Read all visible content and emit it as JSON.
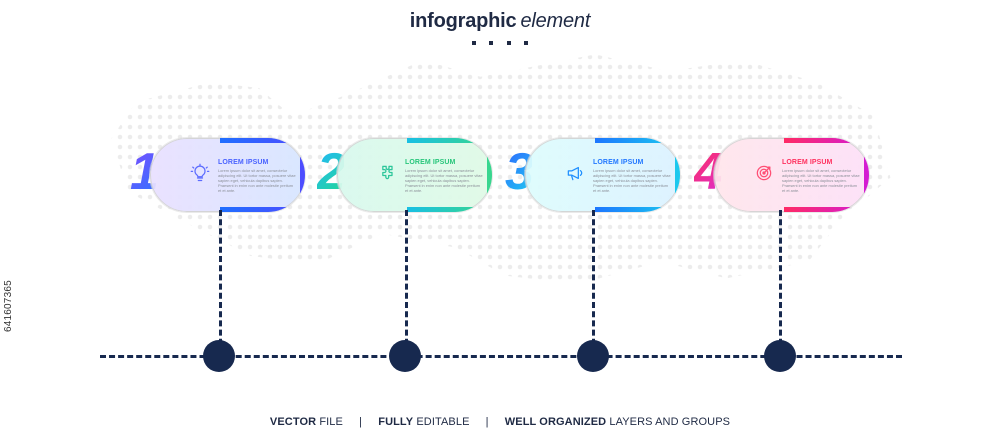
{
  "header": {
    "title_main": "infographic",
    "title_accent": "element"
  },
  "steps": [
    {
      "number": "1",
      "title": "LOREM IPSUM",
      "text": "Lorem ipsum dolor sit amet, consectetur adipiscing elit. Ut tortor massa, posuere vitae sapien eget, vehicula dapibus sapien. Praesent in enim non ante molestie pretium et et ante.",
      "icon_name": "lightbulb-icon",
      "colors": {
        "number_start": "#7f4cff",
        "number_end": "#2d74ff",
        "fill_start": "#8b5dff",
        "fill_end": "#2e7cff",
        "edge_start": "#1f6fff",
        "edge_end": "#4d4dff",
        "title": "#4a63ff",
        "icon": "#5c6cff"
      }
    },
    {
      "number": "2",
      "title": "LOREM IPSUM",
      "text": "Lorem ipsum dolor sit amet, consectetur adipiscing elit. Ut tortor massa, posuere vitae sapien eget, vehicula dapibus sapien. Praesent in enim non ante molestie pretium et et ante.",
      "icon_name": "puzzle-icon",
      "colors": {
        "number_start": "#21b6ff",
        "number_end": "#24d98f",
        "fill_start": "#33dfa2",
        "fill_end": "#5ae47d",
        "edge_start": "#19bfe5",
        "edge_end": "#38d68e",
        "title": "#28c67b",
        "icon": "#2cc69a"
      }
    },
    {
      "number": "3",
      "title": "LOREM IPSUM",
      "text": "Lorem ipsum dolor sit amet, consectetur adipiscing elit. Ut tortor massa, posuere vitae sapien eget, vehicula dapibus sapien. Praesent in enim non ante molestie pretium et et ante.",
      "icon_name": "megaphone-icon",
      "colors": {
        "number_start": "#2f63ff",
        "number_end": "#1fd0f1",
        "fill_start": "#4ef0f3",
        "fill_end": "#44b8ff",
        "edge_start": "#1d75ff",
        "edge_end": "#1cc9ee",
        "title": "#2378ff",
        "icon": "#1f8fff"
      }
    },
    {
      "number": "4",
      "title": "LOREM IPSUM",
      "text": "Lorem ipsum dolor sit amet, consectetur adipiscing elit. Ut tortor massa, posuere vitae sapien eget, vehicula dapibus sapien. Praesent in enim non ante molestie pretium et et ante.",
      "icon_name": "target-icon",
      "colors": {
        "number_start": "#ff2f5b",
        "number_end": "#db2dd3",
        "fill_start": "#ff7a98",
        "fill_end": "#f15cd7",
        "edge_start": "#ff2b63",
        "edge_end": "#d41bd3",
        "title": "#ff315f",
        "icon": "#ff4f74"
      }
    }
  ],
  "footer": {
    "part1_strong": "VECTOR",
    "part1_rest": " FILE",
    "sep1": "|",
    "part2_strong": "FULLY",
    "part2_rest": " EDITABLE",
    "sep2": "|",
    "part3_strong": "WELL ORGANIZED",
    "part3_rest": " LAYERS AND GROUPS"
  },
  "sidebar": {
    "id": "641607365"
  }
}
